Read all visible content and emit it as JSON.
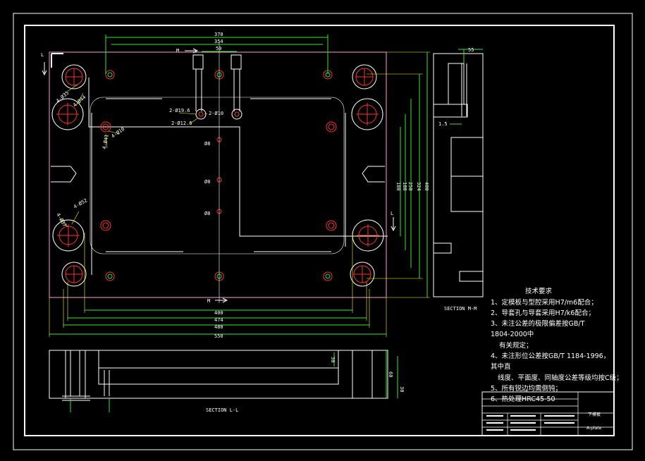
{
  "drawing": {
    "top_dims": [
      "370",
      "354",
      "50"
    ],
    "bottom_dims": [
      "400",
      "474",
      "480",
      "550"
    ],
    "right_dims": [
      "180",
      "188",
      "250",
      "324",
      "400"
    ],
    "section_marks": {
      "m": "M",
      "l": "L"
    },
    "callouts": {
      "c1": "4-Ø35",
      "c2": "4-Ø44",
      "c3": "2-Ø19.6",
      "c4": "2-Ø10",
      "c5": "2-Ø12.6",
      "c6": "4-Ø10",
      "c7": "4-Ø41",
      "c8": "4-Ø37",
      "c9": "4-Ø52",
      "c10": "Ø8",
      "c11": "Ø8",
      "c12": "Ø8"
    },
    "section_ll_label": "SECTION L-L",
    "section_mm_label": "SECTION M-M",
    "bottom_view_dims": [
      "30",
      "60",
      "30"
    ],
    "side_dims": [
      "55",
      "1.5"
    ]
  },
  "notes": {
    "heading": "技术要求",
    "lines": [
      "1、定模板与型腔采用H7/m6配合；",
      "2、导套孔与导套采用H7/k6配合；",
      "3、未注公差的极限偏差按GB/T",
      "1804-2000中",
      "有关规定；",
      "4、未注形位公差按GB/T 1184-1996，",
      "其中直",
      "线度、平面度、同轴度公差等级均按C级；",
      "5、所有锐边均需倒钝；",
      "6、热处理HRC45-50"
    ]
  },
  "title_block": {
    "part_name": "下模板",
    "part_name_en": "A-plate"
  }
}
